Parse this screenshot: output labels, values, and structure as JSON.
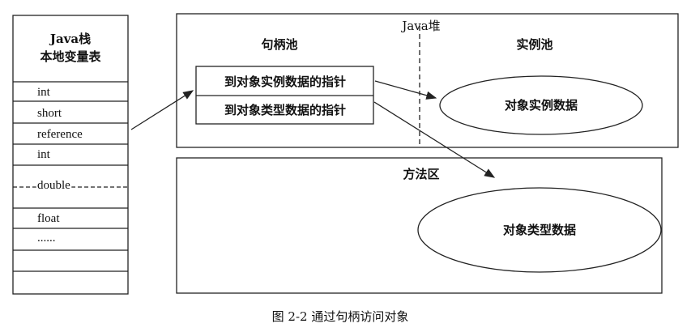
{
  "stack": {
    "title": "Java栈",
    "subtitle": "本地变量表",
    "slots": [
      "int",
      "short",
      "reference",
      "int",
      "double",
      "float",
      "......",
      "",
      ""
    ]
  },
  "heap": {
    "title": "Java堆",
    "handle_pool": {
      "title": "句柄池",
      "rows": [
        "到对象实例数据的指针",
        "到对象类型数据的指针"
      ]
    },
    "instance_pool": {
      "title": "实例池",
      "content": "对象实例数据"
    }
  },
  "method_area": {
    "title": "方法区",
    "content": "对象类型数据"
  },
  "caption": "图 2-2   通过句柄访问对象"
}
